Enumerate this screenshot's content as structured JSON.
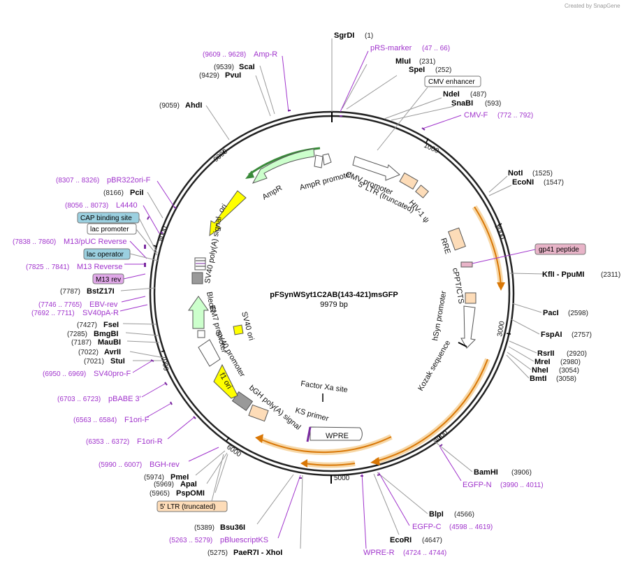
{
  "watermark": "Created by SnapGene",
  "title": "pFSynWSyt1C2AB(143-421)msGFP",
  "size": "9979 bp",
  "ticks": [
    "1000",
    "2000",
    "3000",
    "4000",
    "5000",
    "6000",
    "7000",
    "8000",
    "9000"
  ],
  "enzymes": [
    {
      "name": "SgrDI",
      "pos": "(1)"
    },
    {
      "name": "MluI",
      "pos": "(231)"
    },
    {
      "name": "SpeI",
      "pos": "(252)"
    },
    {
      "name": "NdeI",
      "pos": "(487)"
    },
    {
      "name": "SnaBI",
      "pos": "(593)"
    },
    {
      "name": "NotI",
      "pos": "(1525)"
    },
    {
      "name": "EcoNI",
      "pos": "(1547)"
    },
    {
      "name": "KflI - PpuMI",
      "pos": "(2311)"
    },
    {
      "name": "PacI",
      "pos": "(2598)"
    },
    {
      "name": "FspAI",
      "pos": "(2757)"
    },
    {
      "name": "RsrII",
      "pos": "(2920)"
    },
    {
      "name": "MreI",
      "pos": "(2980)"
    },
    {
      "name": "NheI",
      "pos": "(3054)"
    },
    {
      "name": "BmtI",
      "pos": "(3058)"
    },
    {
      "name": "BamHI",
      "pos": "(3906)"
    },
    {
      "name": "BlpI",
      "pos": "(4566)"
    },
    {
      "name": "EcoRI",
      "pos": "(4647)"
    },
    {
      "name": "PaeR7I - XhoI",
      "pos": "(5275)"
    },
    {
      "name": "Bsu36I",
      "pos": "(5389)"
    },
    {
      "name": "PspOMI",
      "pos": "(5965)"
    },
    {
      "name": "ApaI",
      "pos": "(5969)"
    },
    {
      "name": "PmeI",
      "pos": "(5974)"
    },
    {
      "name": "StuI",
      "pos": "(7021)"
    },
    {
      "name": "AvrII",
      "pos": "(7022)"
    },
    {
      "name": "MauBI",
      "pos": "(7187)"
    },
    {
      "name": "BmgBI",
      "pos": "(7285)"
    },
    {
      "name": "FseI",
      "pos": "(7427)"
    },
    {
      "name": "BstZ17I",
      "pos": "(7787)"
    },
    {
      "name": "PciI",
      "pos": "(8166)"
    },
    {
      "name": "AhdI",
      "pos": "(9059)"
    },
    {
      "name": "PvuI",
      "pos": "(9429)"
    },
    {
      "name": "ScaI",
      "pos": "(9539)"
    }
  ],
  "primers": [
    {
      "name": "pRS-marker",
      "pos": "(47 .. 66)"
    },
    {
      "name": "CMV-F",
      "pos": "(772 .. 792)"
    },
    {
      "name": "EGFP-N",
      "pos": "(3990 .. 4011)"
    },
    {
      "name": "EGFP-C",
      "pos": "(4598 .. 4619)"
    },
    {
      "name": "WPRE-R",
      "pos": "(4724 .. 4744)"
    },
    {
      "name": "pBluescriptKS",
      "pos": "(5263 .. 5279)"
    },
    {
      "name": "BGH-rev",
      "pos": "(5990 .. 6007)"
    },
    {
      "name": "F1ori-R",
      "pos": "(6353 .. 6372)"
    },
    {
      "name": "F1ori-F",
      "pos": "(6563 .. 6584)"
    },
    {
      "name": "pBABE 3'",
      "pos": "(6703 .. 6723)"
    },
    {
      "name": "SV40pro-F",
      "pos": "(6950 .. 6969)"
    },
    {
      "name": "SV40pA-R",
      "pos": "(7692 .. 7711)"
    },
    {
      "name": "EBV-rev",
      "pos": "(7746 .. 7765)"
    },
    {
      "name": "M13 Reverse",
      "pos": "(7825 .. 7841)"
    },
    {
      "name": "M13/pUC Reverse",
      "pos": "(7838 .. 7860)"
    },
    {
      "name": "L4440",
      "pos": "(8056 .. 8073)"
    },
    {
      "name": "pBR322ori-F",
      "pos": "(8307 .. 8326)"
    },
    {
      "name": "Amp-R",
      "pos": "(9609 .. 9628)"
    }
  ],
  "boxed_labels": {
    "cmv_enhancer": "CMV enhancer",
    "gp41": "gp41 peptide",
    "ltr5": "5' LTR (truncated)",
    "cap": "CAP binding site",
    "lac_promoter": "lac promoter",
    "lac_operator": "lac operator",
    "m13rev": "M13 rev"
  },
  "features": {
    "cmv_promoter": "CMV promoter",
    "ltr_trunc": "5' LTR (truncated)",
    "hiv": "HIV-1 ψ",
    "rre": "RRE",
    "cppt": "cPPT/CTS",
    "hsyn": "hSyn promoter",
    "kozak": "Kozak sequence",
    "factor_xa": "Factor Xa site",
    "ks_primer": "KS primer",
    "wpre": "WPRE",
    "bgh": "bGH poly(A) signal",
    "f1ori": "f1 ori",
    "sv40_promoter": "SV40 promoter",
    "em7": "EM7 promoter",
    "bleor": "BleoR",
    "sv40_ori": "SV40 ori",
    "sv40_polya": "SV40 poly(A) signal",
    "ori": "ori",
    "ampr": "AmpR",
    "ampr_promoter": "AmpR promoter"
  },
  "colors": {
    "backbone": "#222222",
    "primer": "#a033cc",
    "orf_fill": "#ccffcc",
    "orf_stroke": "#3a8a3a",
    "ori_fill": "#ffff00",
    "ltr_fill": "#fddcb8",
    "gfp_arrow": "#d97706",
    "gp41_fill": "#e8b4c8",
    "blue_box": "#9bd0e0"
  }
}
